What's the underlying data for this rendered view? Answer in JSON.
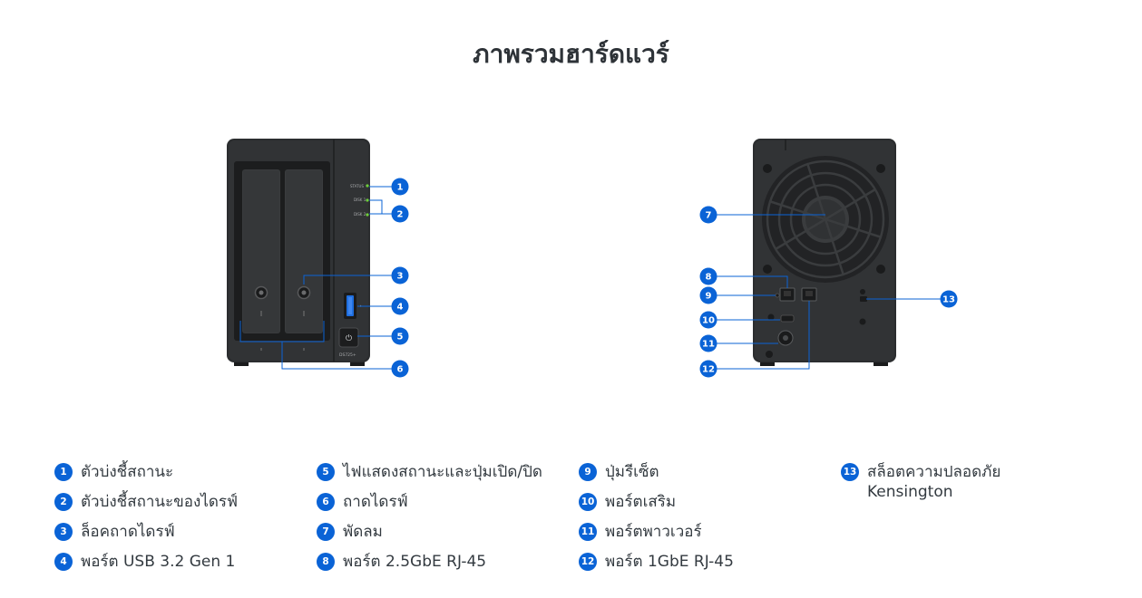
{
  "title": "ภาพรวมฮาร์ดแวร์",
  "device_front": {
    "status_label": "STATUS",
    "disk1_label": "DISK 1",
    "disk2_label": "DISK 2",
    "model_label": "DS725+"
  },
  "callouts": [
    "1",
    "2",
    "3",
    "4",
    "5",
    "6",
    "7",
    "8",
    "9",
    "10",
    "11",
    "12",
    "13"
  ],
  "legend": [
    {
      "num": "1",
      "label": "ตัวบ่งชี้สถานะ"
    },
    {
      "num": "2",
      "label": "ตัวบ่งชี้สถานะของไดรฟ์"
    },
    {
      "num": "3",
      "label": "ล็อคถาดไดรฟ์"
    },
    {
      "num": "4",
      "label": "พอร์ต USB 3.2 Gen 1"
    },
    {
      "num": "5",
      "label": "ไฟแสดงสถานะและปุ่มเปิด/ปิด"
    },
    {
      "num": "6",
      "label": "ถาดไดรฟ์"
    },
    {
      "num": "7",
      "label": "พัดลม"
    },
    {
      "num": "8",
      "label": "พอร์ต 2.5GbE RJ-45"
    },
    {
      "num": "9",
      "label": "ปุ่มรีเซ็ต"
    },
    {
      "num": "10",
      "label": "พอร์ตเสริม"
    },
    {
      "num": "11",
      "label": "พอร์ตพาวเวอร์"
    },
    {
      "num": "12",
      "label": "พอร์ต 1GbE RJ-45"
    },
    {
      "num": "13",
      "label": "สล็อตความปลอดภัย Kensington"
    }
  ],
  "colors": {
    "accent": "#0a63d6",
    "device_body": "#2b2d2f",
    "led": "#6fcf3c"
  }
}
